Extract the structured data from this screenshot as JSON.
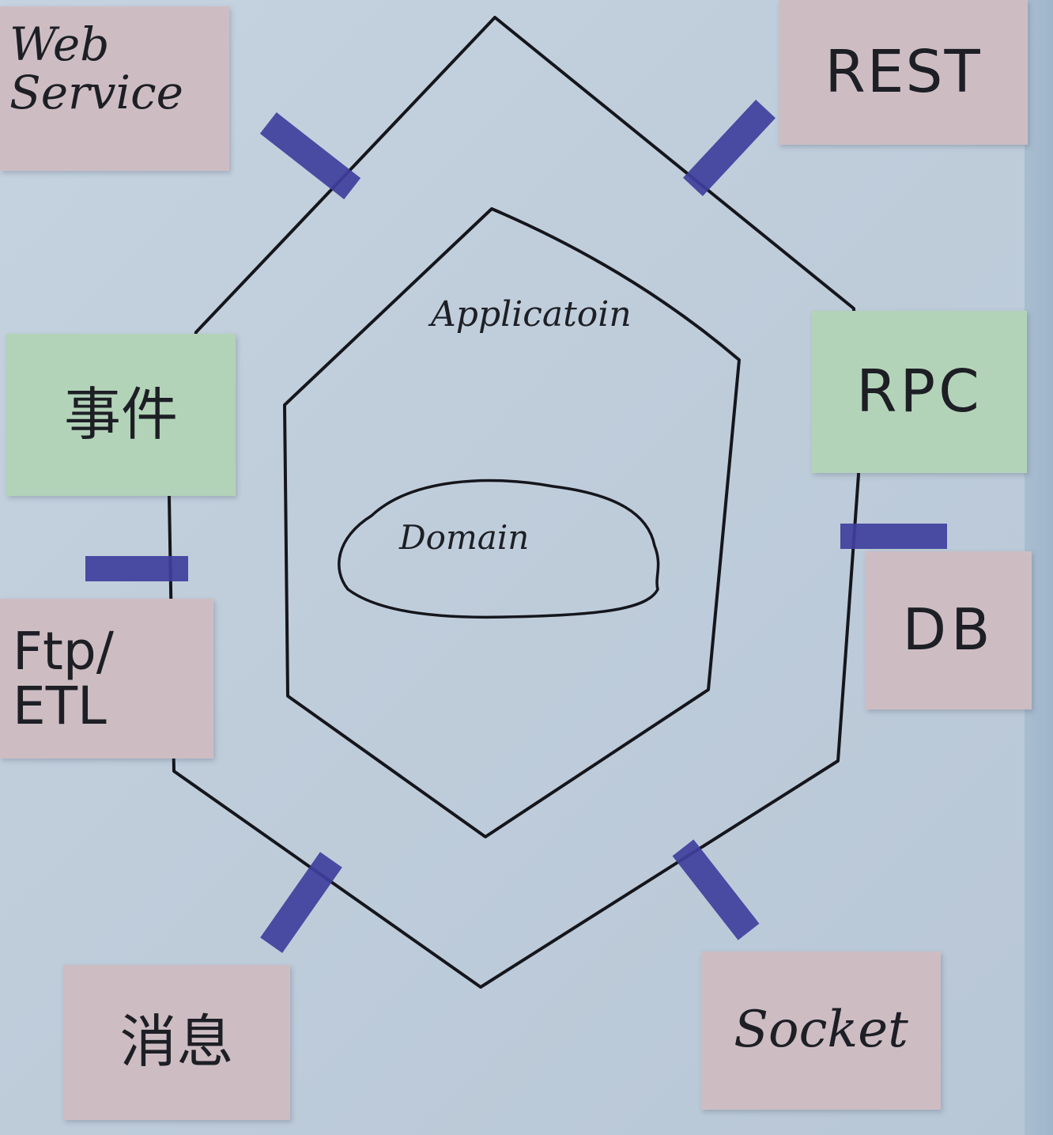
{
  "diagram": {
    "inner_label": "Applicatoin",
    "core_label": "Domain",
    "notes": {
      "web_service": "Web\nService",
      "rest": "REST",
      "rpc": "RPC",
      "db": "DB",
      "event": "事件",
      "ftp_etl": "Ftp/\nETL",
      "message": "消息",
      "socket": "Socket"
    },
    "colors": {
      "note_pink": "#cdbdc3",
      "note_green": "#b3d3b8",
      "tape_blue": "#3f3f9c",
      "ink": "#1d1f25"
    }
  }
}
